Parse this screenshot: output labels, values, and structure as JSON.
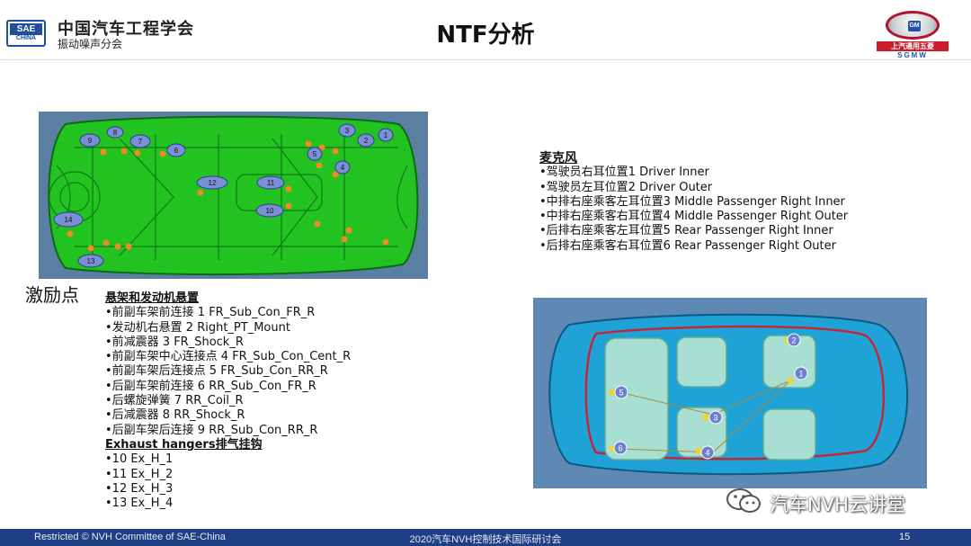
{
  "header": {
    "logo_top": "SAE",
    "logo_bottom": "CHINA",
    "org_name": "中国汽车工程学会",
    "org_sub": "振动噪声分会",
    "title": "NTF分析",
    "brand_cn": "上汽通用五菱",
    "brand_en": "SGMW",
    "brand_badge": "GM"
  },
  "underbody_markers": [
    "1",
    "2",
    "3",
    "4",
    "5",
    "6",
    "7",
    "8",
    "9",
    "10",
    "11",
    "12",
    "13",
    "14"
  ],
  "microphones": {
    "title": "麦克风",
    "items": [
      "•驾驶员右耳位置1 Driver Inner",
      "•驾驶员左耳位置2 Driver Outer",
      "•中排右座乘客左耳位置3 Middle Passenger Right Inner",
      "•中排右座乘客右耳位置4 Middle Passenger Right Outer",
      "•后排右座乘客左耳位置5 Rear Passenger Right Inner",
      "•后排右座乘客右耳位置6 Rear Passenger Right Outer"
    ]
  },
  "excitation": {
    "label": "激励点",
    "suspension_title": "悬架和发动机悬置",
    "suspension_items": [
      "•前副车架前连接 1 FR_Sub_Con_FR_R",
      "•发动机右悬置 2 Right_PT_Mount",
      "•前减震器 3 FR_Shock_R",
      "•前副车架中心连接点 4 FR_Sub_Con_Cent_R",
      "•前副车架后连接点 5 FR_Sub_Con_RR_R",
      "•后副车架前连接  6 RR_Sub_Con_FR_R",
      "•后螺旋弹簧 7 RR_Coil_R",
      "•后减震器 8 RR_Shock_R",
      "•后副车架后连接 9 RR_Sub_Con_RR_R"
    ],
    "exhaust_title": "Exhaust hangers排气挂钩",
    "exhaust_items": [
      "•10  Ex_H_1",
      "•11  Ex_H_2",
      "•12  Ex_H_3",
      "•13  Ex_H_4"
    ]
  },
  "cabin_markers": [
    "1",
    "2",
    "3",
    "4",
    "5",
    "6"
  ],
  "watermark": "汽车NVH云讲堂",
  "footer": {
    "left": "Restricted © NVH Committee of SAE-China",
    "center": "2020汽车NVH控制技术国际研讨会",
    "page": "15"
  },
  "colors": {
    "underbody_green": "#22c321",
    "underbody_bg": "#5b7fa3",
    "cabin_blue": "#1fa3d6",
    "cabin_bg": "#5e89b4",
    "marker_orange": "#f08a24",
    "footer_bg": "#1f3f85"
  }
}
